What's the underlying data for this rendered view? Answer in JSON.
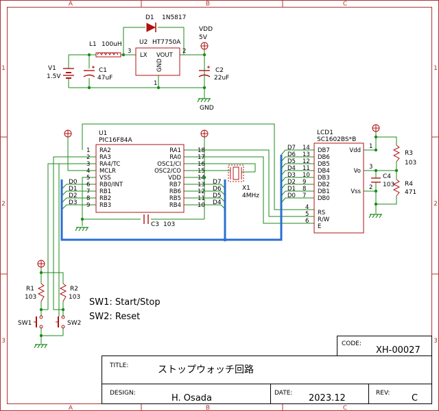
{
  "frame": {
    "columns": [
      "A",
      "B",
      "C"
    ],
    "rows": [
      "1",
      "2",
      "3"
    ]
  },
  "power": {
    "d1": {
      "ref": "D1",
      "value": "1N5817"
    },
    "l1": {
      "ref": "L1",
      "value": "100uH"
    },
    "u2": {
      "ref": "U2",
      "value": "HT7750A",
      "pin_lx": "LX",
      "pin_vout": "VOUT",
      "pin_gnd": "GND",
      "pin3": "3",
      "pin2": "2",
      "pin1": "1"
    },
    "v1": {
      "ref": "V1",
      "value": "1.5V"
    },
    "c1": {
      "ref": "C1",
      "value": "47uF"
    },
    "c2": {
      "ref": "C2",
      "value": "22uF"
    },
    "vdd": {
      "name": "VDD",
      "value": "5V"
    },
    "gnd": "GND"
  },
  "mcu": {
    "ref": "U1",
    "value": "PIC16F84A",
    "left_pins": [
      {
        "num": "1",
        "name": "RA2"
      },
      {
        "num": "2",
        "name": "RA3"
      },
      {
        "num": "3",
        "name": "RA4/TC"
      },
      {
        "num": "4",
        "name": "MCLR"
      },
      {
        "num": "5",
        "name": "VSS"
      },
      {
        "num": "6",
        "name": "RB0/INT"
      },
      {
        "num": "7",
        "name": "RB1"
      },
      {
        "num": "8",
        "name": "RB2"
      },
      {
        "num": "9",
        "name": "RB3"
      }
    ],
    "right_pins": [
      {
        "num": "18",
        "name": "RA1"
      },
      {
        "num": "17",
        "name": "RA0"
      },
      {
        "num": "16",
        "name": "OSC1/CI"
      },
      {
        "num": "15",
        "name": "OSC2/CO"
      },
      {
        "num": "14",
        "name": "VDD"
      },
      {
        "num": "13",
        "name": "RB7"
      },
      {
        "num": "12",
        "name": "RB6"
      },
      {
        "num": "11",
        "name": "RB5"
      },
      {
        "num": "10",
        "name": "RB4"
      }
    ],
    "left_bus": [
      "D0",
      "D1",
      "D2",
      "D3"
    ],
    "right_bus": [
      "D7",
      "D6",
      "D5",
      "D4"
    ]
  },
  "crystal": {
    "ref": "X1",
    "value": "4MHz"
  },
  "c3": {
    "ref": "C3",
    "value": "103"
  },
  "lcd": {
    "ref": "LCD1",
    "value": "SC1602BS*B",
    "data_pins": [
      {
        "num": "14",
        "name": "DB7",
        "bus": "D7"
      },
      {
        "num": "13",
        "name": "DB6",
        "bus": "D6"
      },
      {
        "num": "12",
        "name": "DB5",
        "bus": "D5"
      },
      {
        "num": "11",
        "name": "DB4",
        "bus": "D4"
      },
      {
        "num": "10",
        "name": "DB3",
        "bus": "D3"
      },
      {
        "num": "9",
        "name": "DB2",
        "bus": "D2"
      },
      {
        "num": "8",
        "name": "DB1",
        "bus": "D1"
      },
      {
        "num": "7",
        "name": "DB0",
        "bus": "D0"
      }
    ],
    "ctrl_pins": [
      {
        "num": "4",
        "name": "RS"
      },
      {
        "num": "5",
        "name": "R/W"
      },
      {
        "num": "6",
        "name": "E"
      }
    ],
    "pwr_pins": [
      {
        "num": "1",
        "name": "Vdd"
      },
      {
        "num": "3",
        "name": "Vo"
      },
      {
        "num": "2",
        "name": "Vss"
      }
    ]
  },
  "r3": {
    "ref": "R3",
    "value": "103"
  },
  "r4": {
    "ref": "R4",
    "value": "471"
  },
  "c4": {
    "ref": "C4",
    "value": "103"
  },
  "r1": {
    "ref": "R1",
    "value": "103"
  },
  "r2": {
    "ref": "R2",
    "value": "103"
  },
  "sw1": "SW1",
  "sw2": "SW2",
  "notes": [
    "SW1: Start/Stop",
    "SW2: Reset"
  ],
  "title_block": {
    "code_label": "CODE:",
    "code": "XH-00027",
    "title_label": "TITLE:",
    "title": "ストップウォッチ回路",
    "design_label": "DESIGN:",
    "design": "H. Osada",
    "date_label": "DATE:",
    "date": "2023.12",
    "rev_label": "REV:",
    "rev": "C"
  },
  "colors": {
    "wire": "#1a8a1a",
    "component": "#b01010",
    "bus": "#2a6fd0",
    "frame": "#b03030",
    "junction": "#1a8a1a"
  }
}
